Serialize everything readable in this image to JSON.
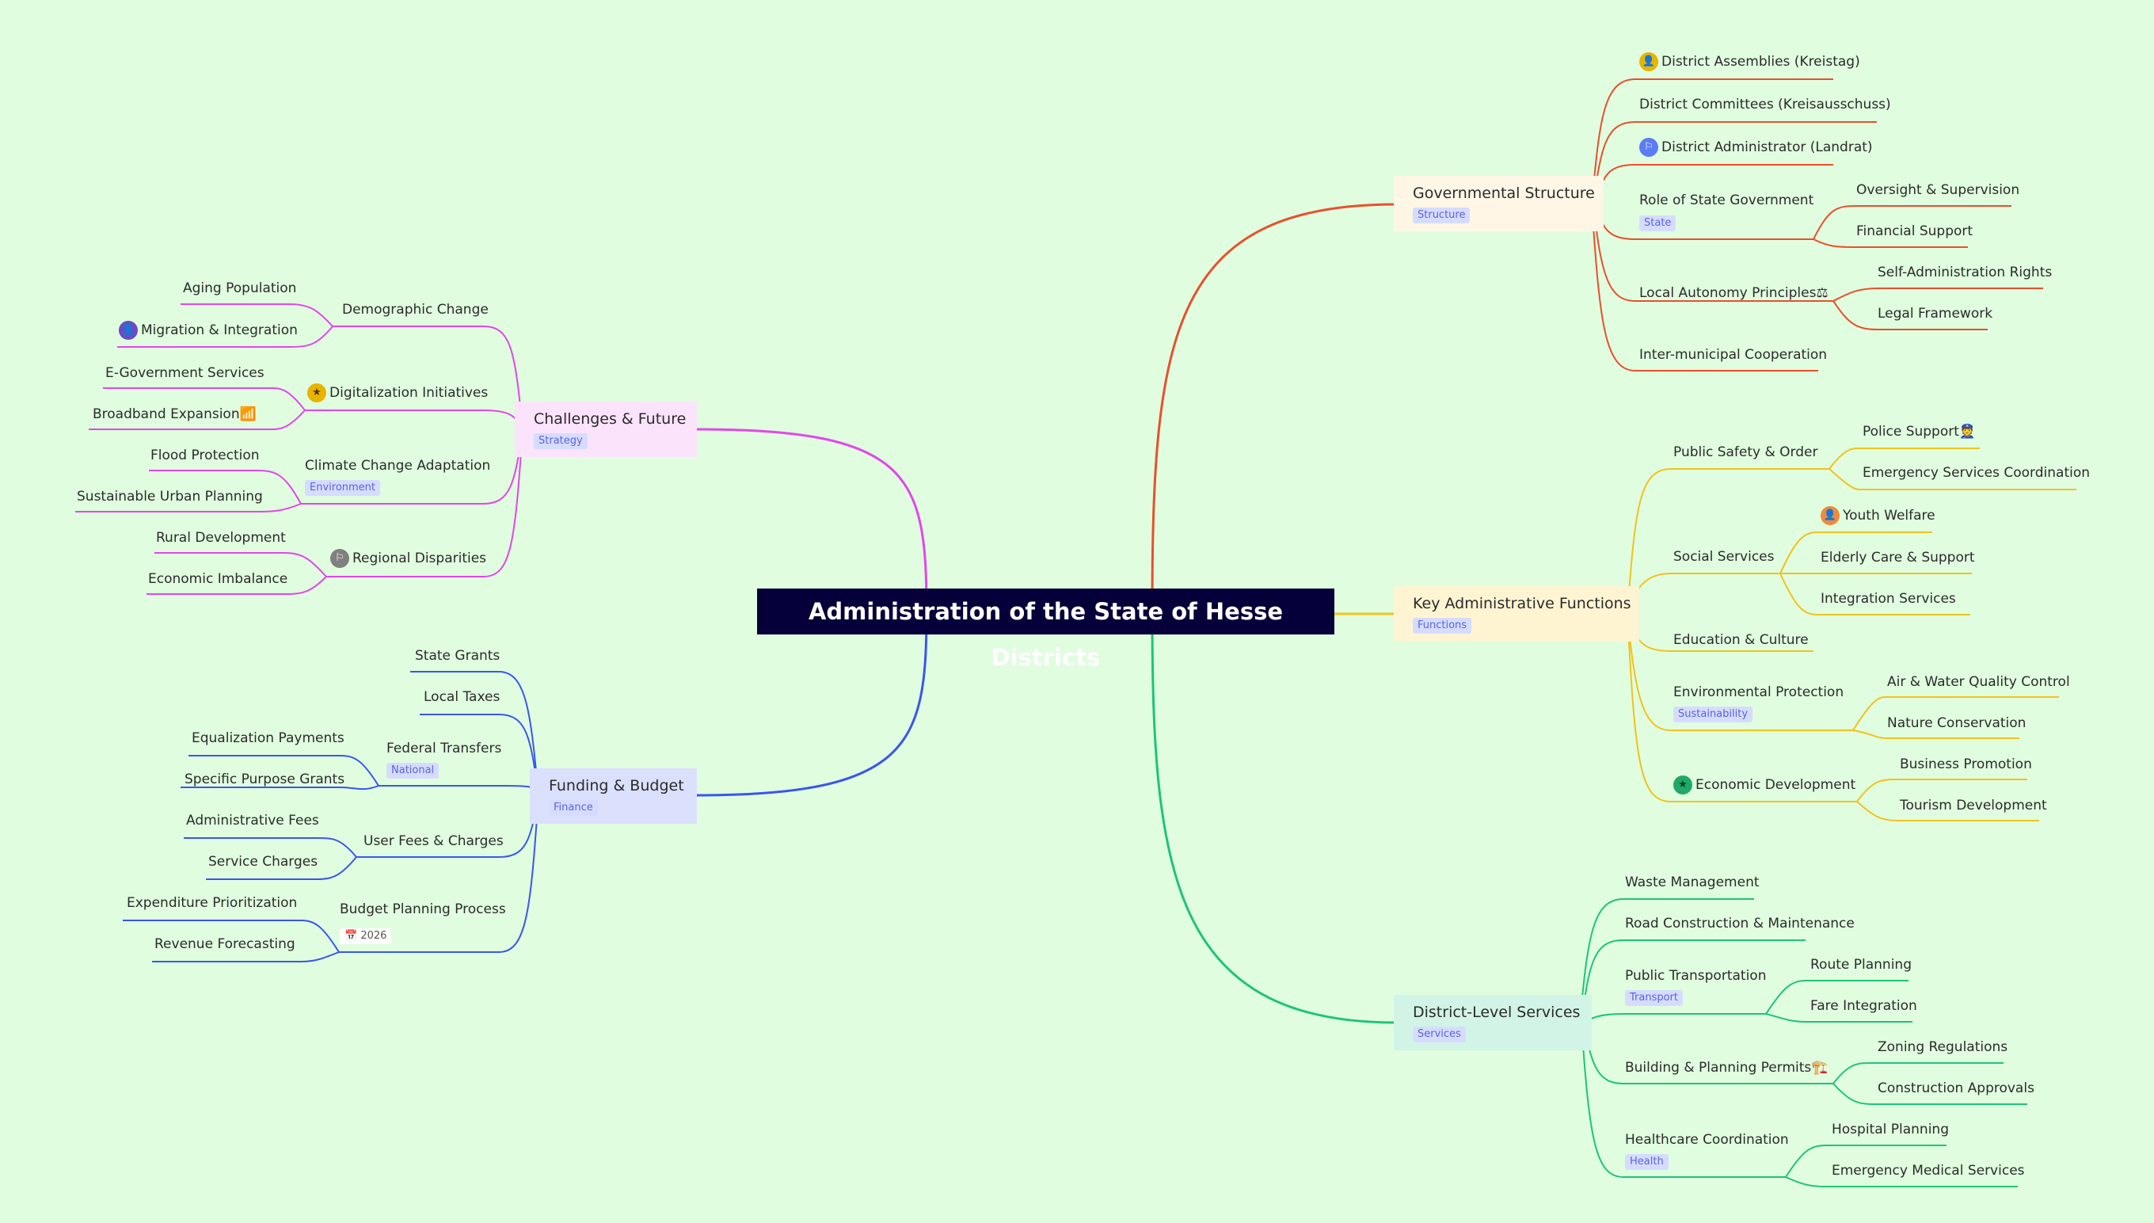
{
  "root": {
    "title": "Administration of the State of Hesse Districts"
  },
  "branches": {
    "gov": {
      "label": "Governmental Structure",
      "tag": "Structure",
      "color": "#e8502c",
      "children": [
        {
          "label": "District Assemblies (Kreistag)",
          "icon": "person-icon"
        },
        {
          "label": "District Committees (Kreisausschuss)"
        },
        {
          "label": "District Administrator (Landrat)",
          "icon": "flag-icon"
        },
        {
          "label": "Role of State Government",
          "tag": "State",
          "children": [
            {
              "label": "Oversight & Supervision"
            },
            {
              "label": "Financial Support"
            }
          ]
        },
        {
          "label": "Local Autonomy Principles⚖",
          "children": [
            {
              "label": "Self-Administration Rights"
            },
            {
              "label": "Legal Framework"
            }
          ]
        },
        {
          "label": "Inter-municipal Cooperation"
        }
      ]
    },
    "key": {
      "label": "Key Administrative Functions",
      "tag": "Functions",
      "color": "#f2c21c",
      "children": [
        {
          "label": "Public Safety & Order",
          "children": [
            {
              "label": "Police Support👮"
            },
            {
              "label": "Emergency Services Coordination"
            }
          ]
        },
        {
          "label": "Social Services",
          "children": [
            {
              "label": "Youth Welfare",
              "icon": "person-icon"
            },
            {
              "label": "Elderly Care & Support"
            },
            {
              "label": "Integration Services"
            }
          ]
        },
        {
          "label": "Education & Culture"
        },
        {
          "label": "Environmental Protection",
          "tag": "Sustainability",
          "children": [
            {
              "label": "Air & Water Quality Control"
            },
            {
              "label": "Nature Conservation"
            }
          ]
        },
        {
          "label": "Economic Development",
          "icon": "star-icon",
          "children": [
            {
              "label": "Business Promotion"
            },
            {
              "label": "Tourism Development"
            }
          ]
        }
      ]
    },
    "dist": {
      "label": "District-Level Services",
      "tag": "Services",
      "color": "#1dc47a",
      "children": [
        {
          "label": "Waste Management"
        },
        {
          "label": "Road Construction & Maintenance"
        },
        {
          "label": "Public Transportation",
          "tag": "Transport",
          "children": [
            {
              "label": "Route Planning"
            },
            {
              "label": "Fare Integration"
            }
          ]
        },
        {
          "label": "Building & Planning Permits🏗️",
          "children": [
            {
              "label": "Zoning Regulations"
            },
            {
              "label": "Construction Approvals"
            }
          ]
        },
        {
          "label": "Healthcare Coordination",
          "tag": "Health",
          "children": [
            {
              "label": "Hospital Planning"
            },
            {
              "label": "Emergency Medical Services"
            }
          ]
        }
      ]
    },
    "chal": {
      "label": "Challenges & Future",
      "tag": "Strategy",
      "color": "#e346ec",
      "children": [
        {
          "label": "Demographic Change",
          "children": [
            {
              "label": "Aging Population"
            },
            {
              "label": "Migration & Integration",
              "icon": "person-icon"
            }
          ]
        },
        {
          "label": "Digitalization Initiatives",
          "icon": "star-icon",
          "children": [
            {
              "label": "E-Government Services"
            },
            {
              "label": "Broadband Expansion📶"
            }
          ]
        },
        {
          "label": "Climate Change Adaptation",
          "tag": "Environment",
          "children": [
            {
              "label": "Flood Protection"
            },
            {
              "label": "Sustainable Urban Planning"
            }
          ]
        },
        {
          "label": "Regional Disparities",
          "icon": "flag-icon",
          "children": [
            {
              "label": "Rural Development"
            },
            {
              "label": "Economic Imbalance"
            }
          ]
        }
      ]
    },
    "fund": {
      "label": "Funding & Budget",
      "tag": "Finance",
      "color": "#3a56ee",
      "children": [
        {
          "label": "State Grants"
        },
        {
          "label": "Local Taxes"
        },
        {
          "label": "Federal Transfers",
          "tag": "National",
          "children": [
            {
              "label": "Equalization Payments"
            },
            {
              "label": "Specific Purpose Grants"
            }
          ]
        },
        {
          "label": "User Fees & Charges",
          "children": [
            {
              "label": "Administrative Fees"
            },
            {
              "label": "Service Charges"
            }
          ]
        },
        {
          "label": "Budget Planning Process",
          "tag": "📅 2026",
          "children": [
            {
              "label": "Expenditure Prioritization"
            },
            {
              "label": "Revenue Forecasting"
            }
          ]
        }
      ]
    }
  },
  "colors": {
    "background": "#e0fddf",
    "root": "#05003a",
    "icon_person_yellow": "#e8b400",
    "icon_flag_blue": "#5b7cf5",
    "icon_person_orange": "#f08a3a",
    "icon_star_green": "#1fa86a",
    "icon_person_purple": "#6a4bc4",
    "icon_star_yellow": "#e8b400",
    "icon_flag_gray": "#808080"
  }
}
